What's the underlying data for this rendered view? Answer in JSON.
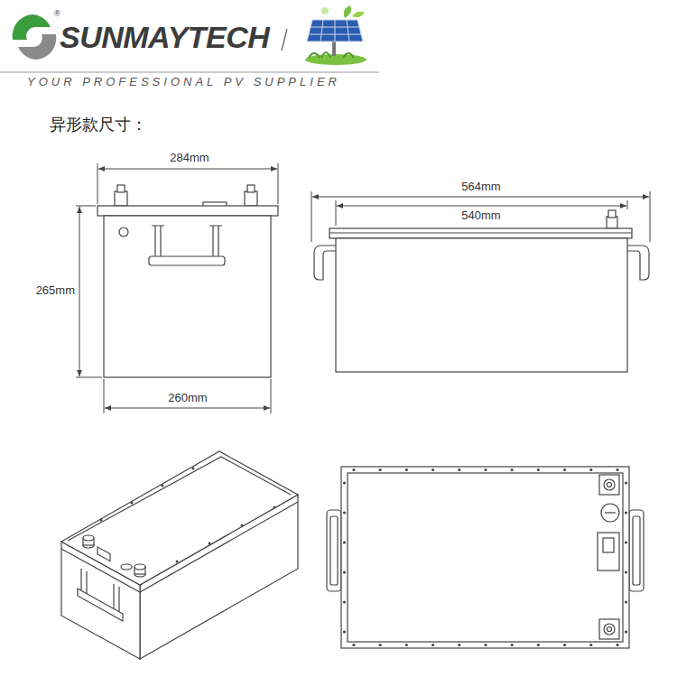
{
  "diagram": {
    "title": "异形款尺寸：",
    "labels": [
      "®",
      "SUNMAYTECH",
      "YOUR PROFESSIONAL PV SUPPLIER",
      "284mm",
      "265mm",
      "260mm",
      "564mm",
      "540mm"
    ]
  }
}
